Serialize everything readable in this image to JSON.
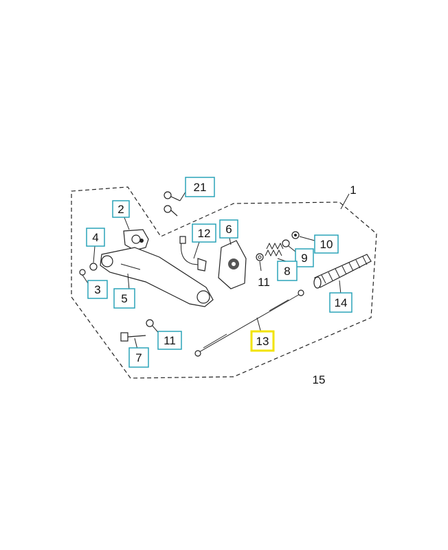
{
  "diagram": {
    "callouts": [
      {
        "id": "c21",
        "text": "21",
        "boxed": true
      },
      {
        "id": "c1",
        "text": "1",
        "boxed": false
      },
      {
        "id": "c2",
        "text": "2",
        "boxed": true
      },
      {
        "id": "c12",
        "text": "12",
        "boxed": true
      },
      {
        "id": "c6",
        "text": "6",
        "boxed": true
      },
      {
        "id": "c10",
        "text": "10",
        "boxed": true
      },
      {
        "id": "c4",
        "text": "4",
        "boxed": true
      },
      {
        "id": "c9",
        "text": "9",
        "boxed": true
      },
      {
        "id": "c8",
        "text": "8",
        "boxed": true
      },
      {
        "id": "c11a",
        "text": "11",
        "boxed": false
      },
      {
        "id": "c3",
        "text": "3",
        "boxed": true
      },
      {
        "id": "c5",
        "text": "5",
        "boxed": true
      },
      {
        "id": "c14",
        "text": "14",
        "boxed": true
      },
      {
        "id": "c11b",
        "text": "11",
        "boxed": true
      },
      {
        "id": "c13",
        "text": "13",
        "boxed": true,
        "highlighted": true
      },
      {
        "id": "c7",
        "text": "7",
        "boxed": true
      },
      {
        "id": "c15",
        "text": "15",
        "boxed": false
      }
    ],
    "colors": {
      "callout_border": "#2aa3b8",
      "highlight_border": "#f2e300",
      "line": "#222222"
    }
  }
}
